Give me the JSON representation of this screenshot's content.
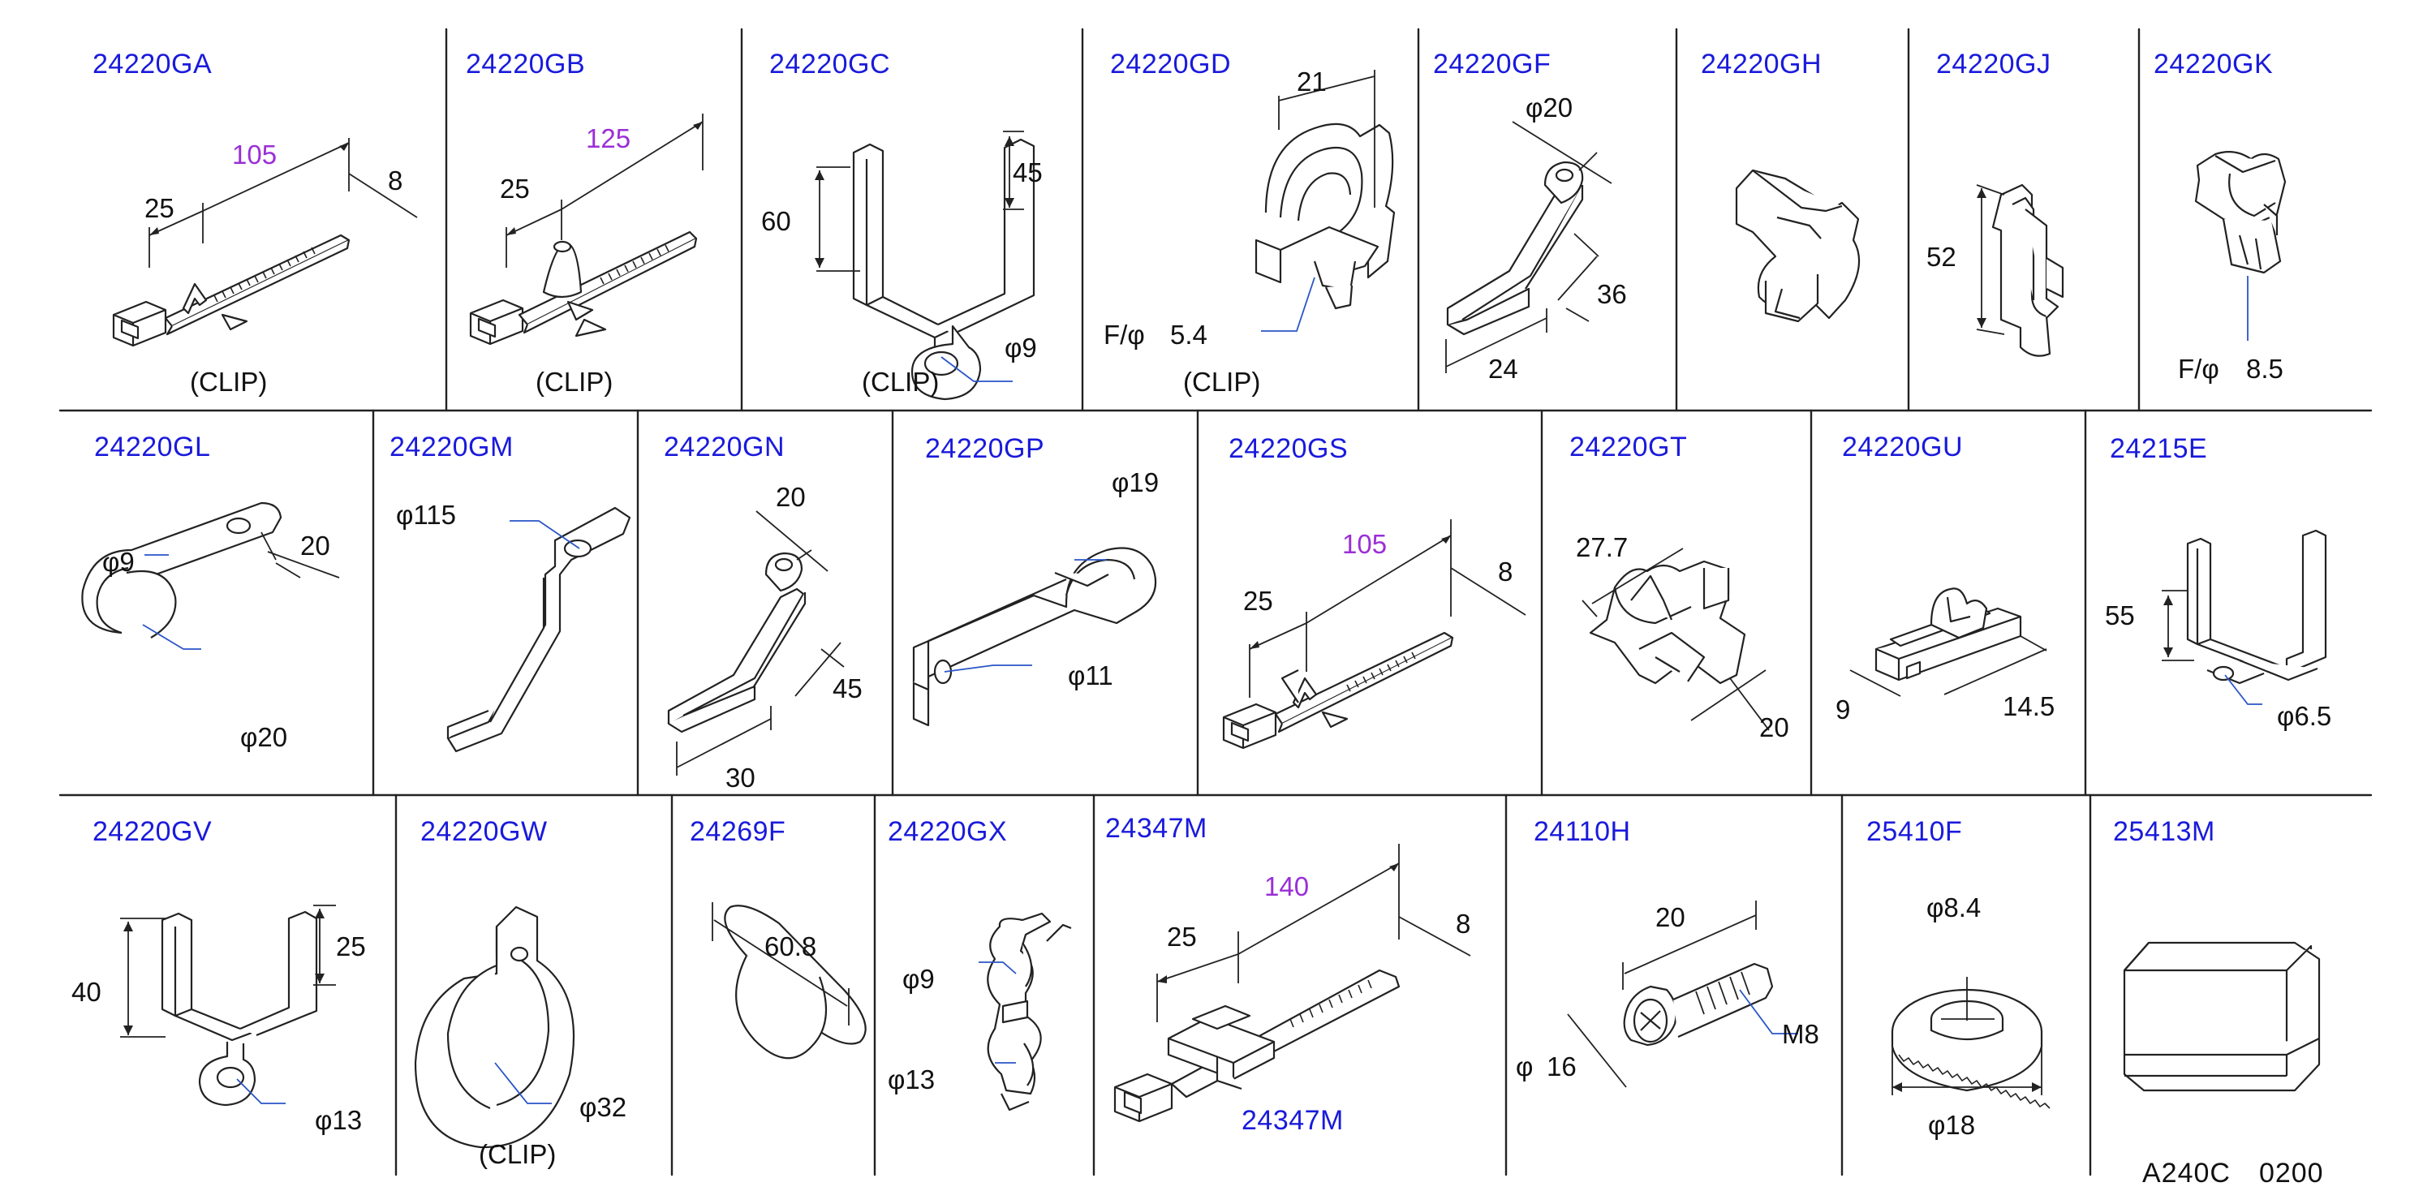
{
  "colors": {
    "part_number": "#1a1adc",
    "dimension": "#111111",
    "highlight_dimension": "#9b2fd6",
    "line": "#222222",
    "leader": "#2a55c8"
  },
  "row1": [
    {
      "part": "24220GA",
      "dims": [
        "105",
        "25",
        "8"
      ],
      "note": "(CLIP)"
    },
    {
      "part": "24220GB",
      "dims": [
        "125",
        "25"
      ],
      "note": "(CLIP)"
    },
    {
      "part": "24220GC",
      "dims": [
        "60",
        "45",
        "φ9"
      ],
      "note": "(CLIP)"
    },
    {
      "part": "24220GD",
      "dims": [
        "21",
        "F/φ",
        "5.4"
      ],
      "note": "(CLIP)"
    },
    {
      "part": "24220GF",
      "dims": [
        "φ20",
        "36",
        "24"
      ]
    },
    {
      "part": "24220GH"
    },
    {
      "part": "24220GJ",
      "dims": [
        "52"
      ]
    },
    {
      "part": "24220GK",
      "dims": [
        "F/φ",
        "8.5"
      ]
    }
  ],
  "row2": [
    {
      "part": "24220GL",
      "dims": [
        "φ9",
        "20",
        "φ20"
      ]
    },
    {
      "part": "24220GM",
      "dims": [
        "φ115"
      ]
    },
    {
      "part": "24220GN",
      "dims": [
        "20",
        "45",
        "30"
      ]
    },
    {
      "part": "24220GP",
      "dims": [
        "φ19",
        "φ11"
      ]
    },
    {
      "part": "24220GS",
      "dims": [
        "105",
        "25",
        "8"
      ]
    },
    {
      "part": "24220GT",
      "dims": [
        "27.7",
        "20"
      ]
    },
    {
      "part": "24220GU",
      "dims": [
        "9",
        "14.5"
      ]
    },
    {
      "part": "24215E",
      "dims": [
        "55",
        "φ6.5"
      ]
    }
  ],
  "row3": [
    {
      "part": "24220GV",
      "dims": [
        "40",
        "25",
        "φ13"
      ]
    },
    {
      "part": "24220GW",
      "dims": [
        "φ32"
      ],
      "note": "(CLIP)"
    },
    {
      "part": "24269F",
      "dims": [
        "60.8"
      ]
    },
    {
      "part": "24220GX",
      "dims": [
        "φ9",
        "φ13"
      ]
    },
    {
      "part": "24347M",
      "dims": [
        "140",
        "25",
        "8"
      ],
      "label2": "24347M"
    },
    {
      "part": "24110H",
      "dims": [
        "20",
        "φ",
        "16",
        "M8"
      ]
    },
    {
      "part": "25410F",
      "dims": [
        "φ8.4",
        "φ18"
      ]
    },
    {
      "part": "25413M"
    }
  ],
  "figure_ref": "A240C　0200"
}
